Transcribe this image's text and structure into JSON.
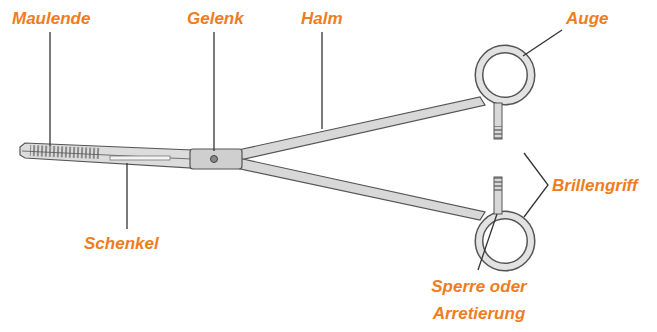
{
  "diagram": {
    "labels": [
      "Maulende",
      "Gelenk",
      "Halm",
      "Auge",
      "Brillengriff",
      "Schenkel",
      "Sperre oder Arretierung"
    ]
  }
}
